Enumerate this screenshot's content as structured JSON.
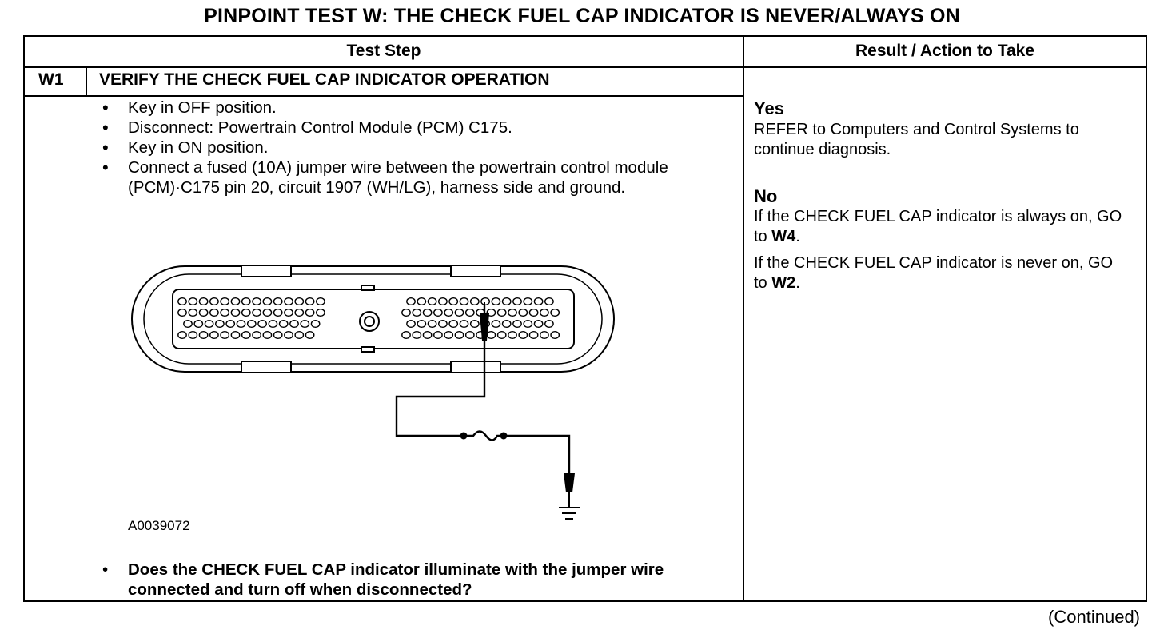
{
  "title": "PINPOINT TEST  W: THE CHECK FUEL CAP INDICATOR IS NEVER/ALWAYS ON",
  "table": {
    "col_test_step": "Test Step",
    "col_result": "Result / Action to Take"
  },
  "step": {
    "id": "W1",
    "title": "VERIFY THE CHECK FUEL CAP INDICATOR OPERATION",
    "bullets": [
      "Key in OFF position.",
      "Disconnect: Powertrain Control Module (PCM) C175.",
      "Key in ON position.",
      "Connect a fused (10A) jumper wire between the powertrain control module (PCM)·C175 pin 20, circuit 1907 (WH/LG), harness side and ground."
    ],
    "figure_id": "A0039072",
    "question": "Does the CHECK FUEL CAP indicator illuminate with the jumper wire connected and turn off when disconnected?"
  },
  "result": {
    "yes_label": "Yes",
    "yes_text": "REFER to Computers and Control Systems to continue diagnosis.",
    "no_label": "No",
    "no_text_1_prefix": "If the CHECK FUEL CAP indicator is always on, GO to ",
    "no_text_1_target": "W4",
    "no_text_1_suffix": ".",
    "no_text_2_prefix": "If the CHECK FUEL CAP indicator is never on, GO to ",
    "no_text_2_target": "W2",
    "no_text_2_suffix": "."
  },
  "footer": {
    "continued": "(Continued)"
  }
}
